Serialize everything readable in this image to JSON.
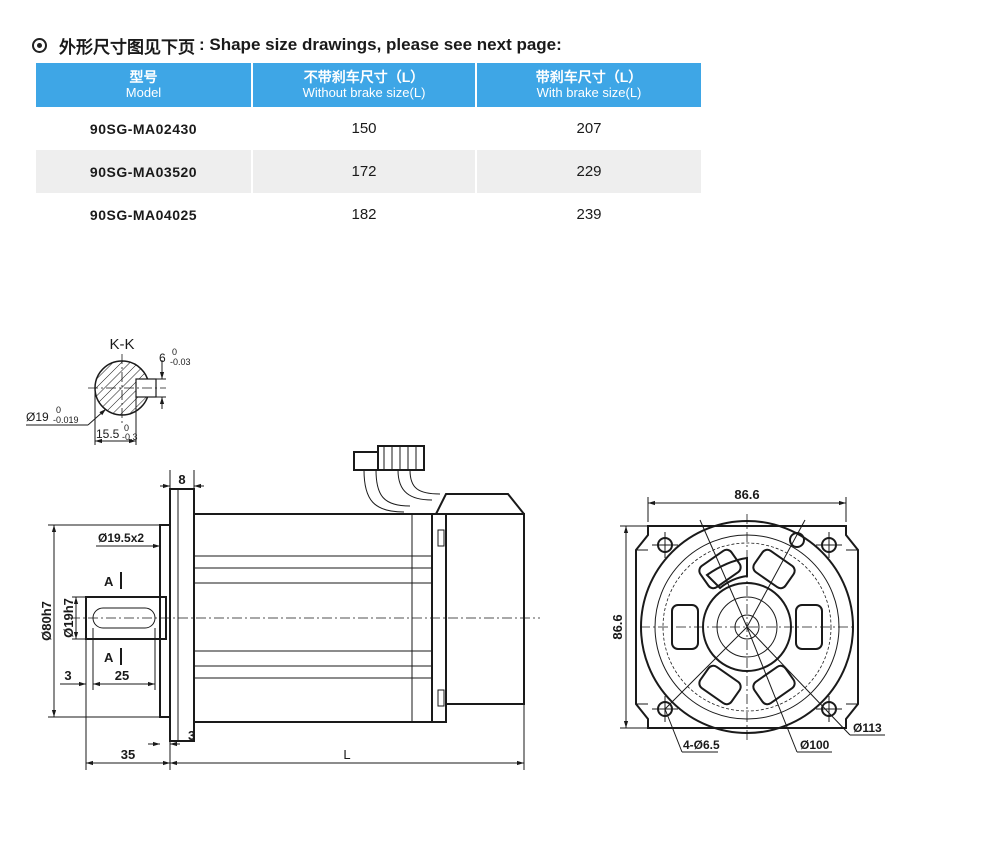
{
  "header": {
    "title_zh": "外形尺寸图见下页",
    "title_en": ": Shape size drawings, please see next page:"
  },
  "table": {
    "columns": [
      {
        "zh": "型号",
        "en": "Model"
      },
      {
        "zh": "不带刹车尺寸（L）",
        "en": "Without brake size(L)"
      },
      {
        "zh": "带刹车尺寸（L）",
        "en": "With brake size(L)"
      }
    ],
    "rows": [
      {
        "model": "90SG-MA02430",
        "without_brake": "150",
        "with_brake": "207"
      },
      {
        "model": "90SG-MA03520",
        "without_brake": "172",
        "with_brake": "229"
      },
      {
        "model": "90SG-MA04025",
        "without_brake": "182",
        "with_brake": "239"
      }
    ]
  },
  "drawing": {
    "section": {
      "label": "K-K",
      "key_width": "6",
      "key_width_tol_upper": "0",
      "key_width_tol_lower": "-0.03",
      "shaft_dia": "Ø19",
      "shaft_dia_tol_upper": "0",
      "shaft_dia_tol_lower": "-0.019",
      "key_depth": "15.5",
      "key_depth_tol_upper": "0",
      "key_depth_tol_lower": "-0.3"
    },
    "side": {
      "flange_thickness": "8",
      "spigot": "Ø80h7",
      "shaft": "Ø19h7",
      "key_spec": "Ø19.5x2",
      "section_mark": "A",
      "key_offset": "3",
      "key_length": "25",
      "shaft_length": "35",
      "step": "3",
      "body_length": "L"
    },
    "front": {
      "width": "86.6",
      "height": "86.6",
      "holes": "4-Ø6.5",
      "pcd": "Ø100",
      "outer": "Ø113"
    }
  }
}
